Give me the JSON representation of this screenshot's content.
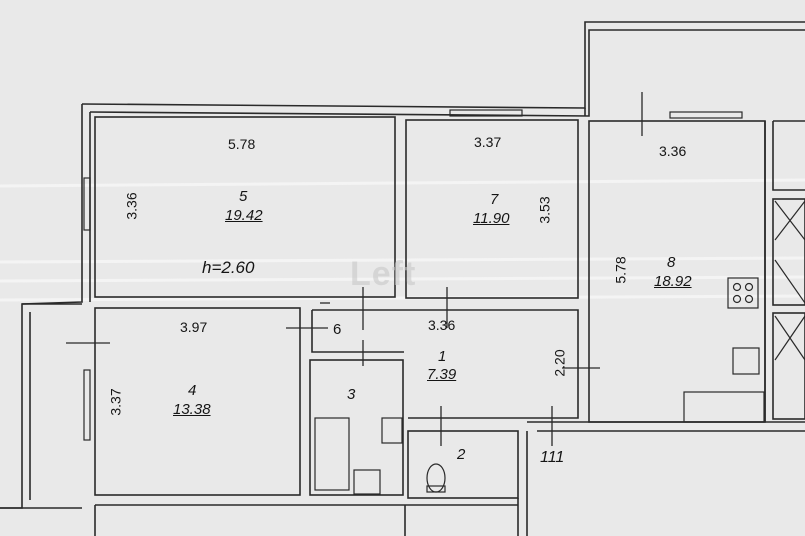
{
  "watermark": "Left",
  "rooms": [
    {
      "number": "5",
      "area": "19.42",
      "width": "5.78",
      "height": "3.36"
    },
    {
      "number": "7",
      "area": "11.90",
      "width": "3.37",
      "height": "3.53"
    },
    {
      "number": "8",
      "area": "18.92",
      "width": "3.36",
      "height": "5.78"
    },
    {
      "number": "4",
      "area": "13.38",
      "width": "3.97",
      "height": "3.37"
    },
    {
      "number": "1",
      "area": "7.39",
      "width": "3.36",
      "height": "2.20"
    },
    {
      "number": "6"
    },
    {
      "number": "3"
    },
    {
      "number": "2"
    }
  ],
  "ceiling_height": "h=2.60",
  "stair_label": "111"
}
